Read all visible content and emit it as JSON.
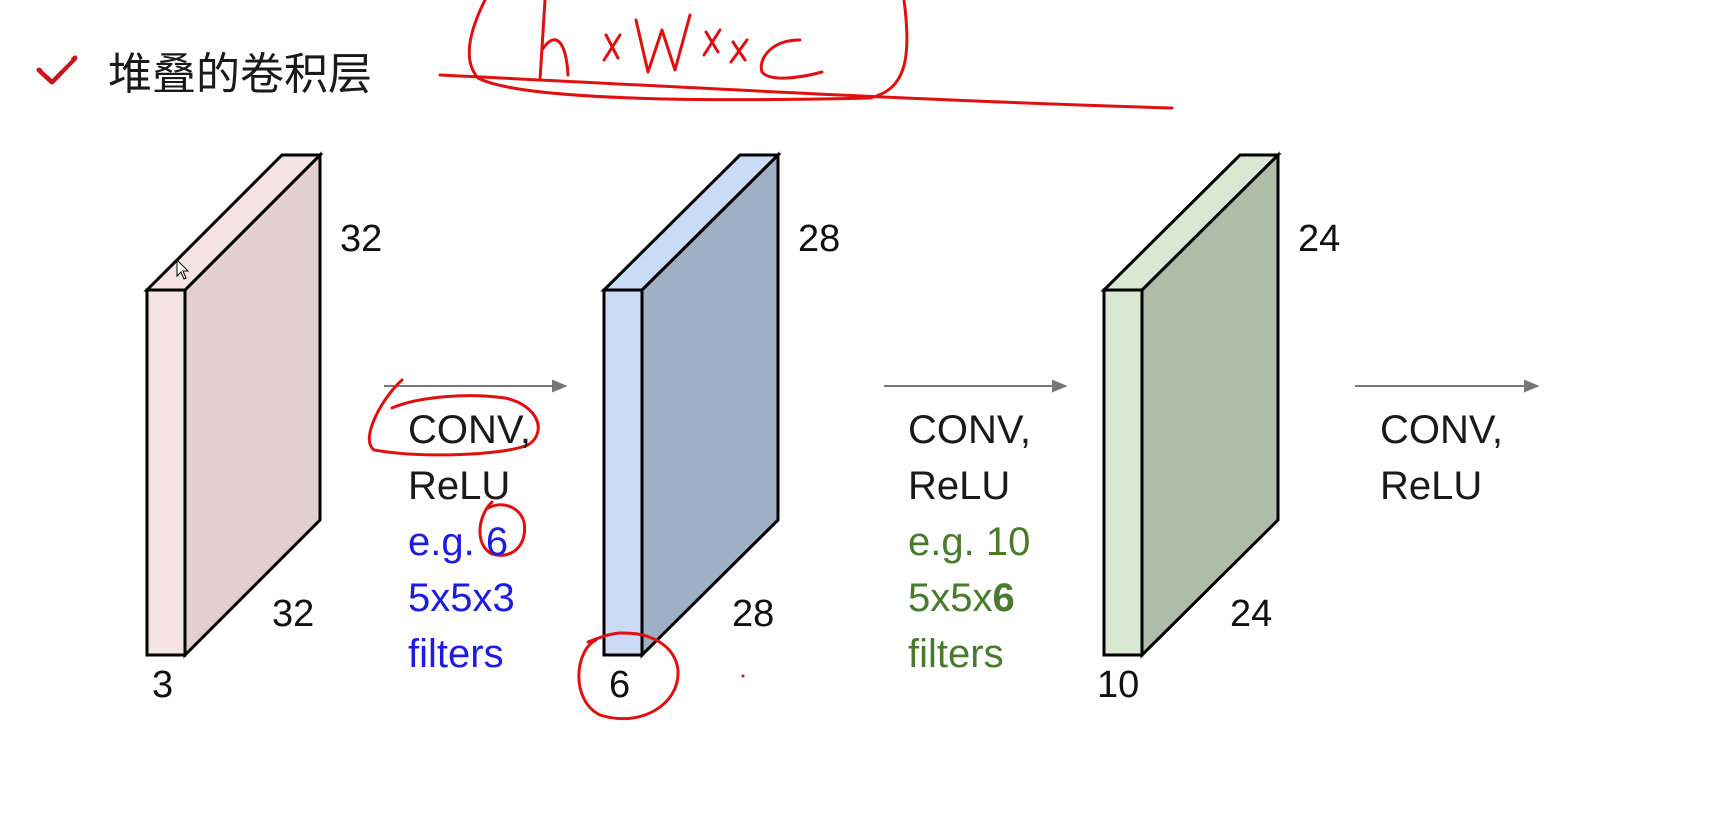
{
  "slide": {
    "title": "堆叠的卷积层",
    "check_icon": "check-icon",
    "accent_color": "#c8161d"
  },
  "volumes": [
    {
      "name": "input",
      "height": "32",
      "width": "32",
      "depth": "3",
      "front_color": "#f6e3e6",
      "side_color": "#e2cfd1"
    },
    {
      "name": "conv1",
      "height": "28",
      "width": "28",
      "depth": "6",
      "front_color": "#cbdaf5",
      "side_color": "#9fafc6"
    },
    {
      "name": "conv2",
      "height": "24",
      "width": "24",
      "depth": "10",
      "front_color": "#d8e8d3",
      "side_color": "#aebca8"
    }
  ],
  "layers": [
    {
      "op": "CONV,",
      "act": "ReLU",
      "eg": "e.g. 6",
      "size": "5x5x3",
      "size_bold": "",
      "filters": "filters"
    },
    {
      "op": "CONV,",
      "act": "ReLU",
      "eg": "e.g. 10",
      "size": "5x5x",
      "size_bold": "6",
      "filters": "filters"
    },
    {
      "op": "CONV,",
      "act": "ReLU"
    }
  ],
  "annotations": {
    "handwriting": "h x W x C",
    "ink_color": "#e01010"
  }
}
